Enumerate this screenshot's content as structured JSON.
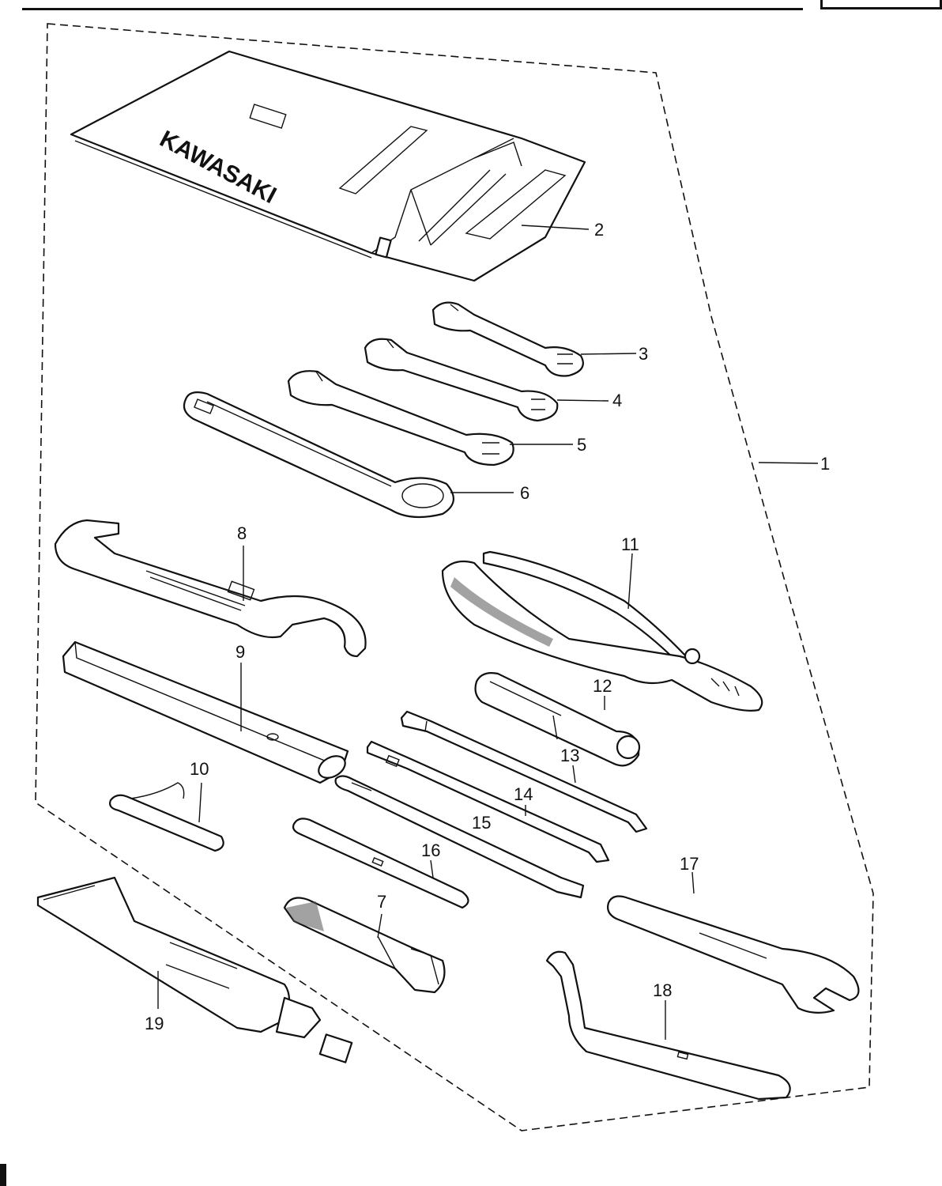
{
  "diagram": {
    "brand_text": "KAWASAKI",
    "callouts": [
      {
        "id": "1",
        "text": "1"
      },
      {
        "id": "2",
        "text": "2"
      },
      {
        "id": "3",
        "text": "3"
      },
      {
        "id": "4",
        "text": "4"
      },
      {
        "id": "5",
        "text": "5"
      },
      {
        "id": "6",
        "text": "6"
      },
      {
        "id": "7",
        "text": "7"
      },
      {
        "id": "8",
        "text": "8"
      },
      {
        "id": "9",
        "text": "9"
      },
      {
        "id": "10",
        "text": "10"
      },
      {
        "id": "11",
        "text": "11"
      },
      {
        "id": "12",
        "text": "12"
      },
      {
        "id": "13",
        "text": "13"
      },
      {
        "id": "14",
        "text": "14"
      },
      {
        "id": "15",
        "text": "15"
      },
      {
        "id": "16",
        "text": "16"
      },
      {
        "id": "17",
        "text": "17"
      },
      {
        "id": "18",
        "text": "18"
      },
      {
        "id": "19",
        "text": "19"
      }
    ]
  }
}
